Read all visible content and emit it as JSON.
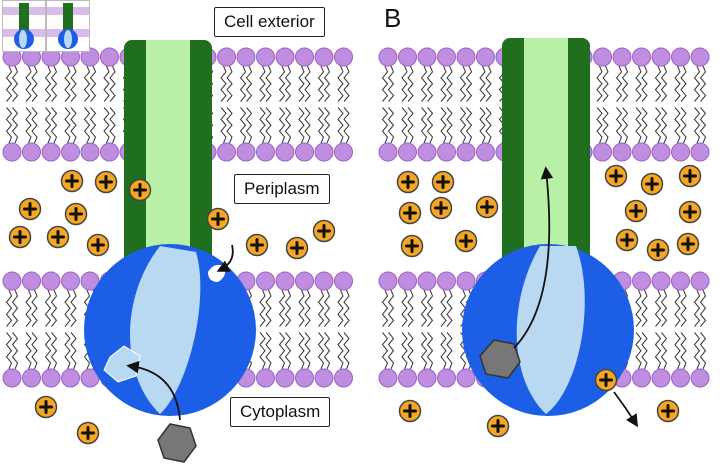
{
  "panel_b": {
    "letter": "B"
  },
  "labels": {
    "exterior": "Cell exterior",
    "periplasm": "Periplasm",
    "cytoplasm": "Cytoplasm"
  },
  "icons": {
    "cation": "plus-ion-icon",
    "substrate": "hexagon-substrate-icon"
  },
  "colors": {
    "lipid_head": "#c08ee0",
    "channel_dark": "#1f6f1f",
    "channel_light": "#b9f0a8",
    "transporter_outer": "#1d5ee6",
    "transporter_inner": "#b9d9f3",
    "ion_fill": "#f5a623",
    "substrate": "#777777"
  }
}
